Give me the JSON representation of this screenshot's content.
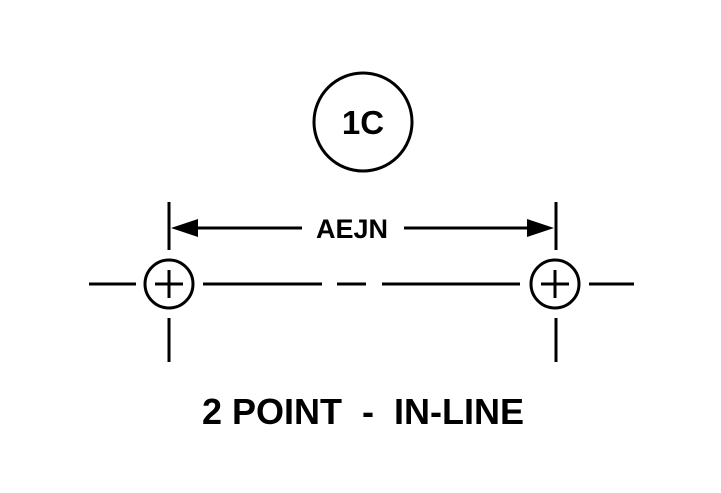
{
  "diagram": {
    "badge_label": "1C",
    "dimension_label": "AEJN",
    "caption": "2 POINT  -  IN-LINE",
    "ink_color": "#000000",
    "background_color": "#ffffff",
    "icons": {
      "left_point": "circle-crosshair-icon",
      "right_point": "circle-crosshair-icon"
    }
  }
}
